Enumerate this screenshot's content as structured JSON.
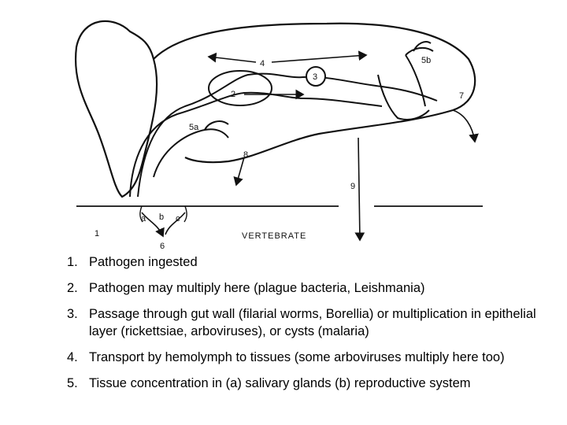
{
  "diagram": {
    "labels": [
      "1",
      "2",
      "3",
      "4",
      "5a",
      "5b",
      "6",
      "7",
      "8",
      "9",
      "a",
      "b",
      "c"
    ],
    "vertebrate_label": "VERTEBRATE"
  },
  "legend": [
    {
      "num": "1.",
      "text": "Pathogen ingested"
    },
    {
      "num": "2.",
      "text": "Pathogen may multiply here (plague bacteria, Leishmania)"
    },
    {
      "num": "3.",
      "text": "Passage through gut wall (filarial worms, Borellia) or multiplication in epithelial layer (rickettsiae, arboviruses), or cysts (malaria)"
    },
    {
      "num": "4.",
      "text": "Transport by hemolymph to tissues (some arboviruses multiply here too)"
    },
    {
      "num": "5.",
      "text": "Tissue concentration in (a) salivary glands (b) reproductive system"
    }
  ]
}
